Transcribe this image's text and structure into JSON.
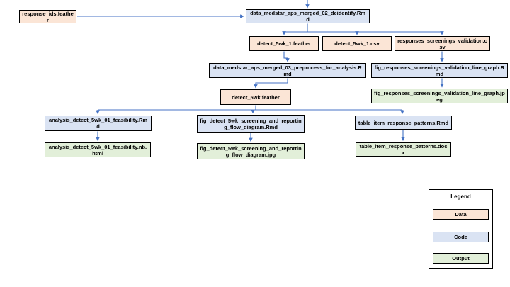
{
  "diagram": {
    "nodes": [
      {
        "id": "response_ids_feather",
        "label": "response_ids.feather",
        "type": "data"
      },
      {
        "id": "data_medstar_02_deidentify_rmd",
        "label": "data_medstar_aps_merged_02_deidentify.Rmd",
        "type": "code"
      },
      {
        "id": "detect_5wk_1_feather",
        "label": "detect_5wk_1.feather",
        "type": "data"
      },
      {
        "id": "detect_5wk_1_csv",
        "label": "detect_5wk_1.csv",
        "type": "data"
      },
      {
        "id": "responses_screenings_validation_csv",
        "label": "responses_screenings_validation.csv",
        "type": "data"
      },
      {
        "id": "data_medstar_03_preprocess_rmd",
        "label": "data_medstar_aps_merged_03_preprocess_for_analysis.Rmd",
        "type": "code"
      },
      {
        "id": "fig_responses_screenings_validation_line_graph_rmd",
        "label": "fig_responses_screenings_validation_line_graph.Rmd",
        "type": "code"
      },
      {
        "id": "detect_5wk_feather",
        "label": "detect_5wk.feather",
        "type": "data"
      },
      {
        "id": "fig_responses_screenings_validation_line_graph_jpeg",
        "label": "fig_responses_screenings_validation_line_graph.jpeg",
        "type": "output"
      },
      {
        "id": "analysis_detect_5wk_01_feasibility_rmd",
        "label": "analysis_detect_5wk_01_feasibility.Rmd",
        "type": "code"
      },
      {
        "id": "fig_detect_5wk_flow_diagram_rmd",
        "label": "fig_detect_5wk_screening_and_reporting_flow_diagram.Rmd",
        "type": "code"
      },
      {
        "id": "table_item_response_patterns_rmd",
        "label": "table_item_response_patterns.Rmd",
        "type": "code"
      },
      {
        "id": "analysis_detect_5wk_01_feasibility_nb_html",
        "label": "analysis_detect_5wk_01_feasibility.nb.html",
        "type": "output"
      },
      {
        "id": "fig_detect_5wk_flow_diagram_jpg",
        "label": "fig_detect_5wk_screening_and_reporting_flow_diagram.jpg",
        "type": "output"
      },
      {
        "id": "table_item_response_patterns_docx",
        "label": "table_item_response_patterns.docx",
        "type": "output"
      }
    ]
  },
  "legend": {
    "title": "Legend",
    "items": [
      {
        "label": "Data",
        "type": "data"
      },
      {
        "label": "Code",
        "type": "code"
      },
      {
        "label": "Output",
        "type": "output"
      }
    ]
  },
  "colors": {
    "data": "#FBE5D6",
    "code": "#DAE3F3",
    "output": "#E2EFD9",
    "arrow": "#4472C4",
    "border": "#000000"
  }
}
